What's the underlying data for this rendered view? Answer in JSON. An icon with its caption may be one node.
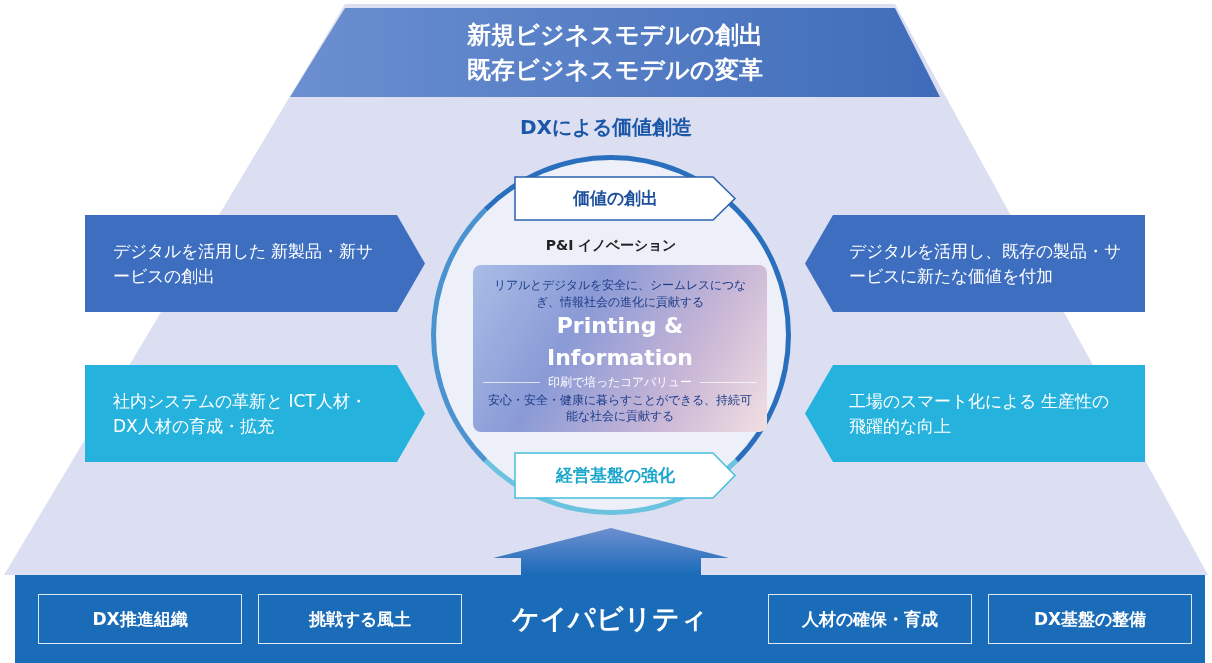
{
  "diagram": {
    "nodes": [
      {
        "text": [
          "新規ビジネスモデルの創出",
          "既存ビジネスモデルの変革"
        ]
      },
      {
        "text": [
          "P&I イノベーション"
        ]
      },
      {
        "text": [
          "価値の創出"
        ],
        "in": 1
      },
      {
        "text": [
          "リアルとデジタルを安全に、シームレスにつなぎ、情報社会の進化に貢献する",
          "Printing & Information",
          "印刷で培ったコアバリュー",
          "安心・安全・健康に暮らすことができる、持続可能な社会に貢献する"
        ],
        "in": 1
      },
      {
        "text": [
          "経営基盤の強化"
        ],
        "in": 1
      },
      {
        "text": [
          "デジタルを活用した 新製品・新サービスの創出"
        ]
      },
      {
        "text": [
          "デジタルを活用し、既存の製品・サービスに新たな価値を付加"
        ]
      },
      {
        "text": [
          "社内システムの革新と ICT人材・DX人材の育成・拡充"
        ]
      },
      {
        "text": [
          "工場のスマート化による 生産性の飛躍的な向上"
        ]
      },
      {
        "text": [
          "ケイパビリティ"
        ]
      },
      {
        "text": [
          "DX推進組織"
        ],
        "in": 9
      },
      {
        "text": [
          "挑戦する風土"
        ],
        "in": 9
      },
      {
        "text": [
          "人材の確保・育成"
        ],
        "in": 9
      },
      {
        "text": [
          "DX基盤の整備"
        ],
        "in": 9
      }
    ],
    "edges": [
      {
        "from": 9,
        "to": 1,
        "arrow": "to",
        "style": "thick"
      }
    ],
    "labels": [
      "DXによる価値創造"
    ]
  }
}
